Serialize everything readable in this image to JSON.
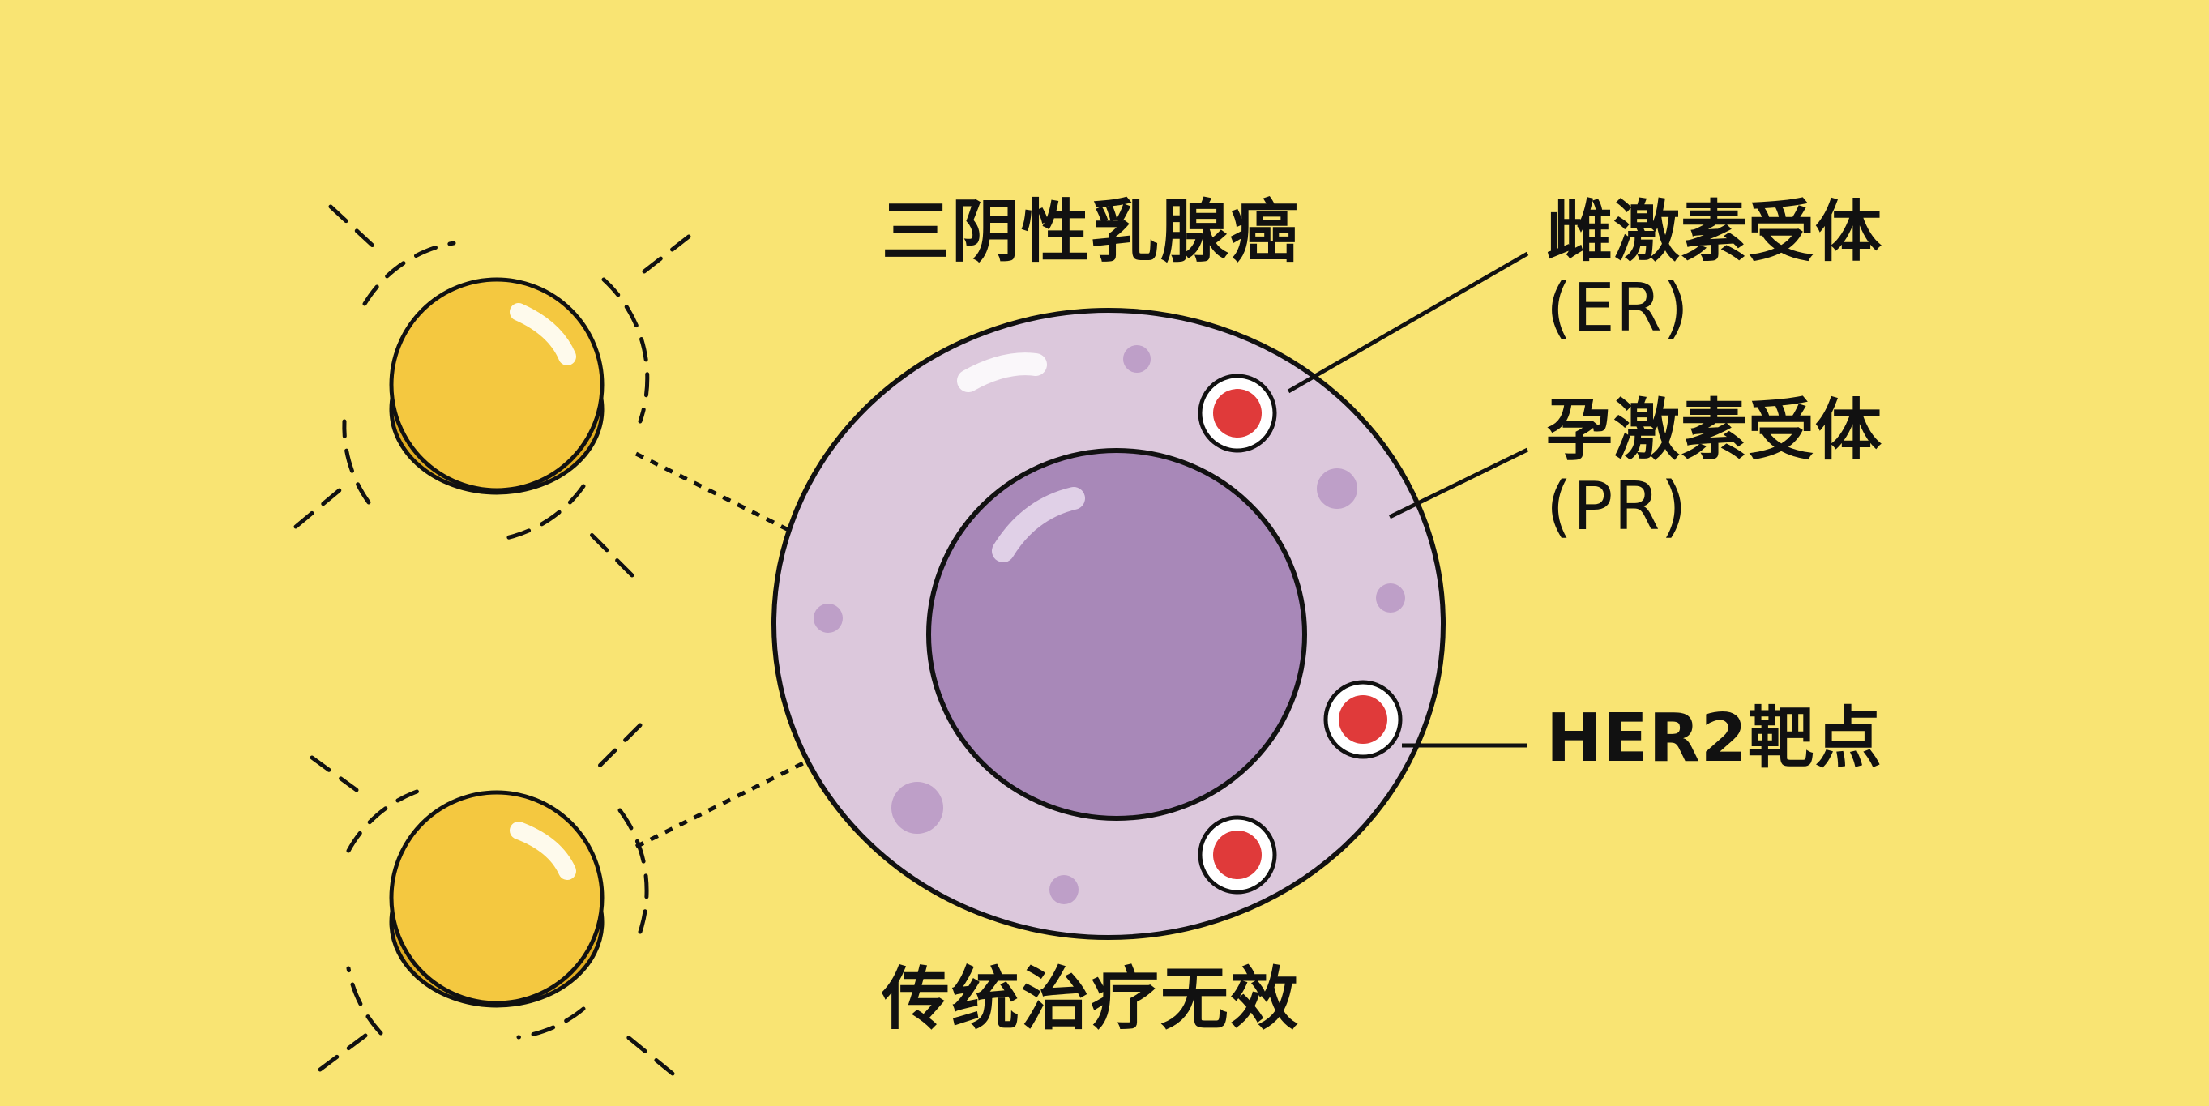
{
  "title": "三阴性乳腺癌",
  "bottom_caption": "传统治疗无效",
  "callouts": {
    "er": {
      "name": "雌激素受体",
      "abbr": "(ER)"
    },
    "pr": {
      "name": "孕激素受体",
      "abbr": "(PR)"
    },
    "her2": {
      "name": "HER2靶点"
    }
  },
  "colors": {
    "background": "#f9e473",
    "cytoplasm": "#dcc8dc",
    "nucleus": "#a888b8",
    "receptor": "#e03a3a",
    "pill": "#f4c840"
  }
}
